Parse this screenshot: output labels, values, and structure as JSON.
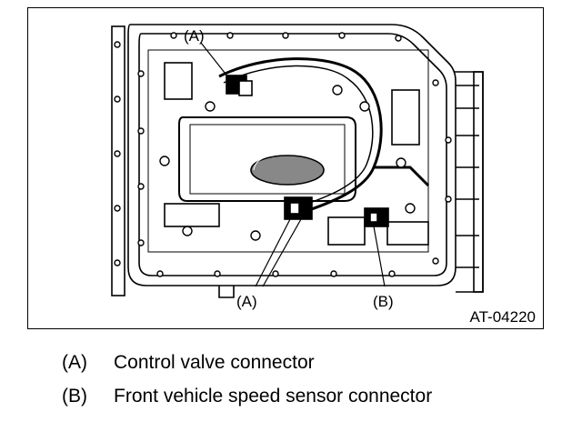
{
  "figure": {
    "callouts": {
      "a_top": "(A)",
      "a_bottom": "(A)",
      "b_bottom": "(B)"
    },
    "figure_id": "AT-04220"
  },
  "legend": {
    "items": [
      {
        "key": "(A)",
        "text": "Control valve connector"
      },
      {
        "key": "(B)",
        "text": "Front vehicle speed sensor connector"
      }
    ]
  }
}
